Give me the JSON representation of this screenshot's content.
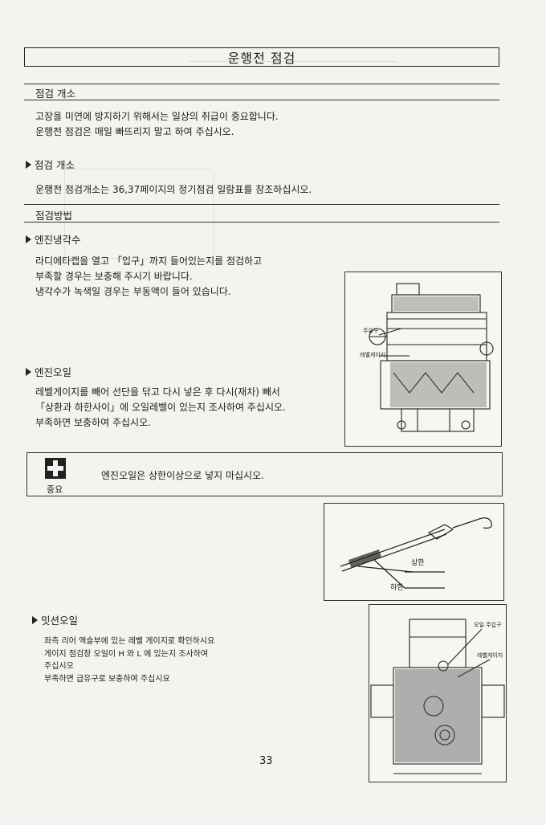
{
  "title": "운행전 점검",
  "section1": {
    "header": "점검 개소",
    "lines": [
      "고장을 미연에 방지하기 위해서는 일상의 취급이 중요합니다.",
      "운행전 점검은 매일 빠뜨리지 말고 하여 주십시오."
    ]
  },
  "subsection1": {
    "header": "점검 개소",
    "line": "운행전 점검개소는 36,37페이지의 정기점검 일람표를 참조하십시오."
  },
  "section2": {
    "header": "점검방법"
  },
  "coolant": {
    "header": "엔진냉각수",
    "lines": [
      "라디에타캡을 열고 「입구」까지 들어있는지를 점검하고",
      "부족할 경우는 보충해 주시기 바랍니다.",
      "냉각수가 녹색일 경우는 부동액이 들어 있습니다."
    ]
  },
  "engine_oil": {
    "header": "엔진오일",
    "lines": [
      "레벨게이지를 빼어 선단을 닦고 다시 넣은 후 다시(재차) 빼서",
      "「상환과 하한사이」에 오일레벨이 있는지 조사하여 주십시오.",
      "부족하면 보충하여 주십시오."
    ]
  },
  "important": {
    "label": "중요",
    "text": "엔진오일은 상한이상으로 넣지 마십시오."
  },
  "mission_oil": {
    "header": "밋션오일",
    "lines": [
      "좌측 리어 액슬부에 있는 레벨 게이지로 확인하시요",
      "게이지 점검창 오일이 H 와 L 에 있는지 조사하여",
      "주십시오",
      "부족하면 급유구로 보충하여 주십시요"
    ]
  },
  "figure_engine": {
    "label_inlet": "주유구",
    "label_gauge": "레벨게이지"
  },
  "figure_dipstick": {
    "label_upper": "상한",
    "label_lower": "하한"
  },
  "figure_transmission": {
    "label_inlet": "오일 주입구",
    "label_gauge": "레벨게이지"
  },
  "page_number": "33",
  "colors": {
    "ink": "#1c1c1c",
    "paper": "#f4f3ef",
    "ghost": "#c9c8c2"
  }
}
